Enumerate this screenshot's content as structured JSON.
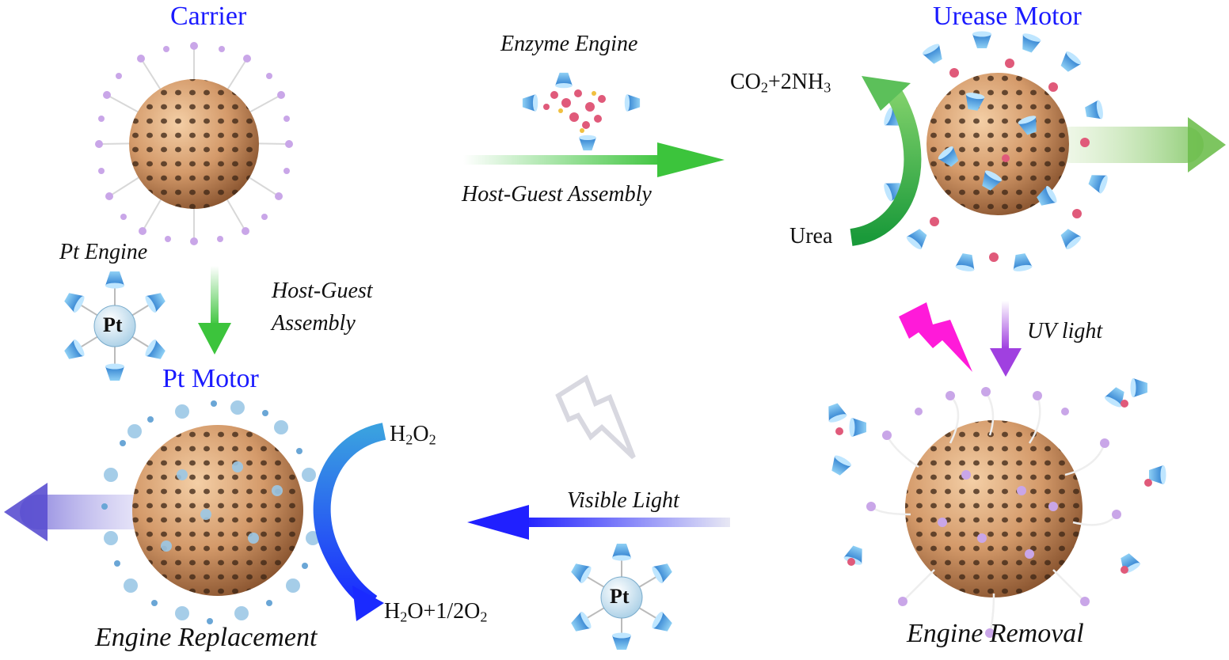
{
  "titles": {
    "carrier": "Carrier",
    "urease_motor": "Urease Motor",
    "pt_motor": "Pt Motor"
  },
  "labels": {
    "enzyme_engine": "Enzyme Engine",
    "host_guest_top": "Host-Guest Assembly",
    "pt_engine": "Pt Engine",
    "host_guest_left_line1": "Host-Guest",
    "host_guest_left_line2": "Assembly",
    "uv_light": "UV light",
    "visible_light": "Visible Light",
    "engine_replacement": "Engine Replacement",
    "engine_removal": "Engine Removal",
    "urea": "Urea",
    "pt_symbol": "Pt"
  },
  "chemistry": {
    "co2": {
      "base": "CO",
      "sub": "2"
    },
    "nh3": {
      "prefix": "+2NH",
      "sub": "3"
    },
    "h2o2": {
      "h": "H",
      "sub1": "2",
      "o": "O",
      "sub2": "2"
    },
    "water_oxygen": {
      "text": "H",
      "sub1": "2",
      "mid": "O+1/2O",
      "sub2": "2"
    }
  },
  "colors": {
    "title_blue": "#1a1aff",
    "sphere": "#d49a6a",
    "pore": "#3b2414",
    "arrow_green": "#3cc43c",
    "arrow_blue": "#2a2aff",
    "arrow_purple": "#a040e0",
    "lightning_magenta": "#ff1ad9",
    "cone_blue": "#4aa8e6",
    "lilac_ball": "#c9a6e8"
  },
  "icons": [
    "sphere-carrier",
    "pt-engine-icon",
    "enzyme-engine-icon",
    "lightning-icon",
    "uv-lightning-icon"
  ]
}
